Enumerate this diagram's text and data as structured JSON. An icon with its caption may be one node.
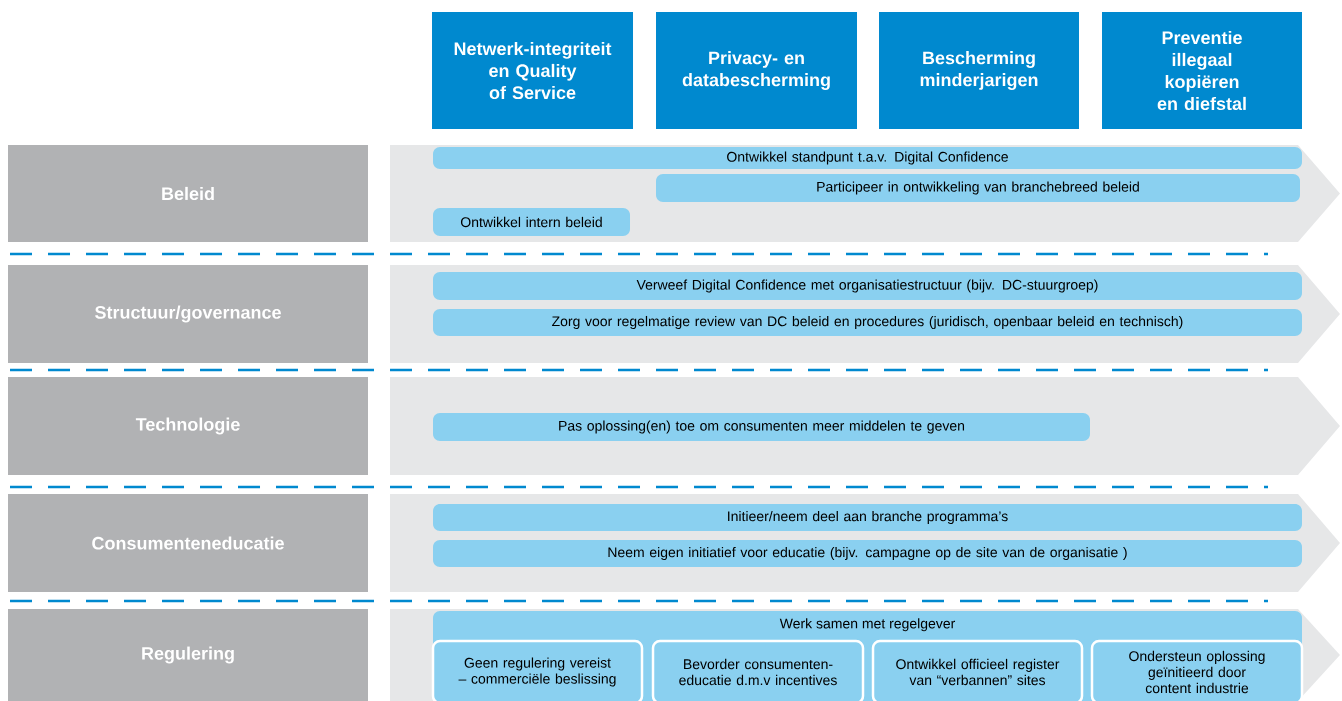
{
  "diagram": {
    "nodes": [
      {
        "text": [
          "Netwerk-integriteit en Quality of Service"
        ]
      },
      {
        "text": [
          "Privacy- en databescherming"
        ]
      },
      {
        "text": [
          "Bescherming minderjarigen"
        ]
      },
      {
        "text": [
          "Preventie illegaal kopiëren en diefstal"
        ]
      },
      {
        "text": [
          "Beleid"
        ]
      },
      {
        "text": [],
        "shape": "band"
      },
      {
        "text": [
          "Ontwikkel standpunt t.a.v. Digital Confidence"
        ],
        "in": 5
      },
      {
        "text": [
          "Participeer in ontwikkeling van branchebreed beleid"
        ],
        "in": 5
      },
      {
        "text": [
          "Ontwikkel intern beleid"
        ],
        "in": 5
      },
      {
        "text": [
          "Structuur/governance"
        ]
      },
      {
        "text": [],
        "shape": "band"
      },
      {
        "text": [
          "Verweef Digital Confidence met organisatiestructuur (bijv. DC-stuurgroep)"
        ],
        "in": 10
      },
      {
        "text": [
          "Zorg voor regelmatige review van DC beleid en procedures (juridisch, openbaar beleid en technisch)"
        ],
        "in": 10
      },
      {
        "text": [
          "Technologie"
        ]
      },
      {
        "text": [],
        "shape": "band"
      },
      {
        "text": [
          "Pas oplossing(en) toe om consumenten meer middelen te geven"
        ],
        "in": 14
      },
      {
        "text": [
          "Consumenteneducatie"
        ]
      },
      {
        "text": [],
        "shape": "band"
      },
      {
        "text": [
          "Initieer/neem deel aan branche programma’s"
        ],
        "in": 17
      },
      {
        "text": [
          "Neem eigen initiatief voor educatie (bijv. campagne op de site van de organisatie )"
        ],
        "in": 17
      },
      {
        "text": [
          "Regulering"
        ]
      },
      {
        "text": [],
        "shape": "band"
      },
      {
        "text": [
          "Werk samen met regelgever"
        ],
        "in": 21
      },
      {
        "text": [
          "Geen regulering vereist – commerciële beslissing"
        ],
        "in": 22
      },
      {
        "text": [
          "Bevorder consumenten-educatie d.m.v incentives"
        ],
        "in": 22
      },
      {
        "text": [
          "Ontwikkel officieel register van “verbannen” sites"
        ],
        "in": 22
      },
      {
        "text": [
          "Ondersteun oplossing geïnitieerd door content industrie"
        ],
        "in": 22
      }
    ]
  }
}
